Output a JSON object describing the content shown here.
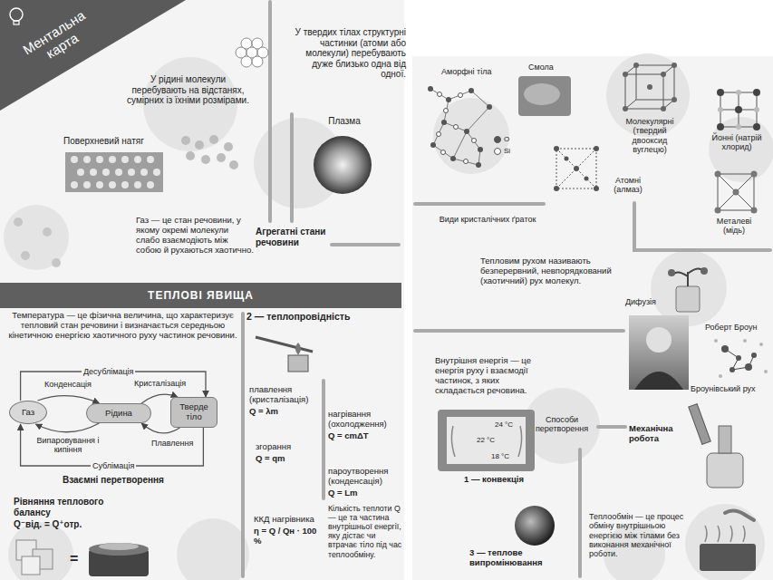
{
  "diagram": {
    "title": "Ментальна карта",
    "nodes": [
      {
        "text": [
          "У рідині молекули перебувають на відстанях, сумірних із їхніми розмірами."
        ]
      },
      {
        "text": [
          "У твердих тілах структурні частинки (атоми або молекули) перебувають дуже близько одна від одної."
        ]
      },
      {
        "text": [
          "Поверхневий натяг"
        ]
      },
      {
        "text": [
          "Плазма"
        ]
      },
      {
        "text": [
          "Газ — це стан речовини, у якому окремі молекули слабо взаємодіють між собою й рухаються хаотично."
        ]
      },
      {
        "text": [
          "Агрегатні стани речовини"
        ]
      },
      {
        "text": [
          "ТЕПЛОВІ ЯВИЩА"
        ]
      },
      {
        "text": [
          "Температура — це фізична величина, що характеризує тепловий стан речовини і визначається середньою кінетичною енергією хаотичного руху частинок речовини."
        ]
      },
      {
        "text": [
          "Газ"
        ]
      },
      {
        "text": [
          "Рідина"
        ]
      },
      {
        "text": [
          "Тверде тіло"
        ]
      },
      {
        "text": [
          "Рівняння теплового балансу",
          "Q⁻від. = Q⁺отр."
        ]
      },
      {
        "text": [
          "2 — теплопровідність"
        ]
      },
      {
        "text": [
          "плавлення (кристалізація)",
          "Q = λm"
        ]
      },
      {
        "text": [
          "нагрівання (охолодження)",
          "Q = cmΔT"
        ]
      },
      {
        "text": [
          "згорання",
          "Q = qm"
        ]
      },
      {
        "text": [
          "пароутворення (конденсація)",
          "Q = Lm"
        ]
      },
      {
        "text": [
          "ККД нагрівника",
          "η = Q / Qн · 100 %"
        ]
      },
      {
        "text": [
          "Кількість теплоти Q — це та частина внутрішньої енергії, яку дістає чи втрачає тіло під час теплообміну."
        ]
      },
      {
        "text": [
          "Аморфні тіла"
        ]
      },
      {
        "text": [
          "Смола"
        ]
      },
      {
        "text": [
          "Молекулярні (твердий двооксид вуглецю)"
        ]
      },
      {
        "text": [
          "Йонні (натрій хлорид)"
        ]
      },
      {
        "text": [
          "Атомні (алмаз)"
        ]
      },
      {
        "text": [
          "Металеві (мідь)"
        ]
      },
      {
        "text": [
          "Види кристалічних ґраток"
        ]
      },
      {
        "text": [
          "Тепловим рухом називають безперервний, невпорядкований (хаотичний) рух молекул."
        ]
      },
      {
        "text": [
          "Дифузія"
        ]
      },
      {
        "text": [
          "Роберт Броун"
        ]
      },
      {
        "text": [
          "Броунівський рух"
        ]
      },
      {
        "text": [
          "Внутрішня енергія — це енергія руху і взаємодії частинок, з яких складається речовина."
        ]
      },
      {
        "text": [
          "Способи перетворення"
        ]
      },
      {
        "text": [
          "Механічна робота"
        ]
      },
      {
        "text": [
          "1 — конвекція"
        ]
      },
      {
        "text": [
          "3 — теплове випромінювання"
        ]
      },
      {
        "text": [
          "Теплообмін — це процес обміну внутрішньою енергією між тілами без виконання механічної роботи."
        ]
      }
    ],
    "edges": [
      {
        "from": 8,
        "to": 10,
        "label": "Десублімація",
        "arrow": "to"
      },
      {
        "from": 8,
        "to": 9,
        "label": "Конденсація",
        "arrow": "to"
      },
      {
        "from": 9,
        "to": 10,
        "label": "Кристалізація",
        "arrow": "to"
      },
      {
        "from": 9,
        "to": 8,
        "label": "Випаровування і кипіння",
        "arrow": "to"
      },
      {
        "from": 10,
        "to": 9,
        "label": "Плавлення",
        "arrow": "to"
      },
      {
        "from": 10,
        "to": 8,
        "label": "Сублімація",
        "arrow": "to"
      }
    ],
    "labels": [
      "Взаємні перетворення",
      "=",
      "24 °C",
      "22 °C",
      "18 °C"
    ],
    "legend": [
      {
        "text": "O"
      },
      {
        "text": "Si"
      }
    ]
  }
}
